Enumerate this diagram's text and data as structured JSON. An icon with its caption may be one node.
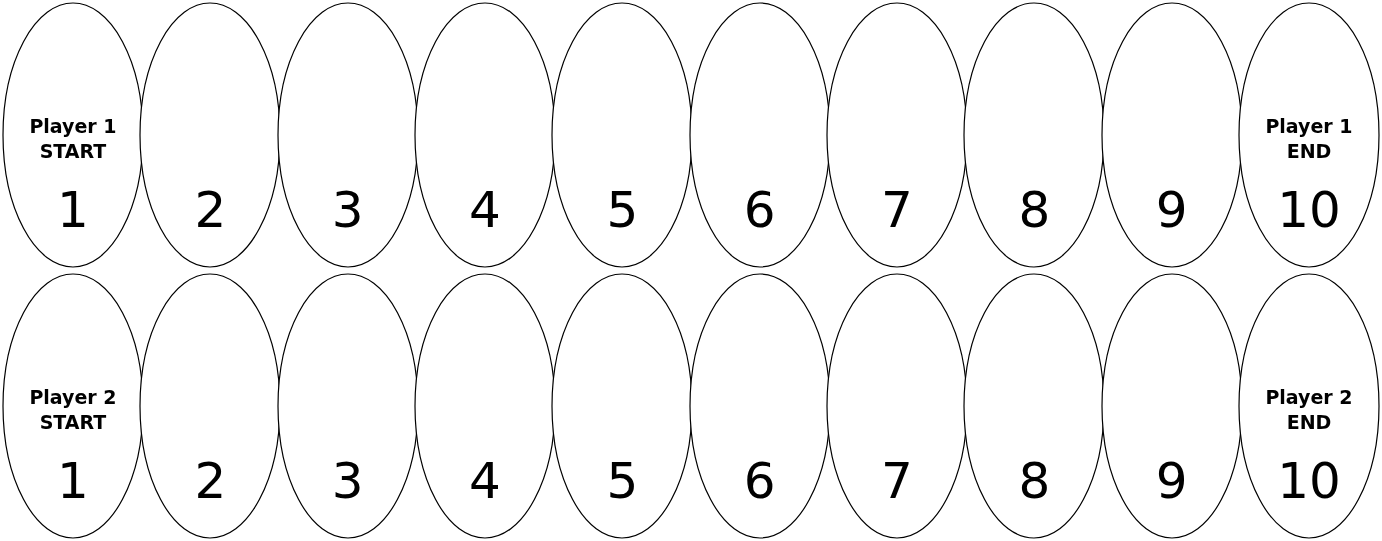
{
  "diagram": {
    "nodes": [
      {
        "text": [
          "Player 1 START",
          "1"
        ]
      },
      {
        "text": [
          "2"
        ]
      },
      {
        "text": [
          "3"
        ]
      },
      {
        "text": [
          "4"
        ]
      },
      {
        "text": [
          "5"
        ]
      },
      {
        "text": [
          "6"
        ]
      },
      {
        "text": [
          "7"
        ]
      },
      {
        "text": [
          "8"
        ]
      },
      {
        "text": [
          "9"
        ]
      },
      {
        "text": [
          "Player 1 END",
          "10"
        ]
      },
      {
        "text": [
          "Player 2 START",
          "1"
        ]
      },
      {
        "text": [
          "2"
        ]
      },
      {
        "text": [
          "3"
        ]
      },
      {
        "text": [
          "4"
        ]
      },
      {
        "text": [
          "5"
        ]
      },
      {
        "text": [
          "6"
        ]
      },
      {
        "text": [
          "7"
        ]
      },
      {
        "text": [
          "8"
        ]
      },
      {
        "text": [
          "9"
        ]
      },
      {
        "text": [
          "Player 2 END",
          "10"
        ]
      }
    ]
  }
}
